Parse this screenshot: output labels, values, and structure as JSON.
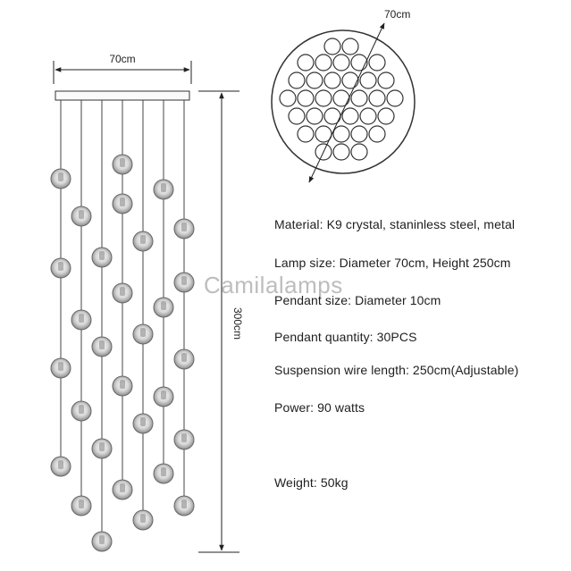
{
  "dimensions": {
    "front_width": "70cm",
    "top_diameter": "70cm",
    "height": "300cm"
  },
  "watermark": "Camilalamps",
  "specs": [
    "Material: K9 crystal, staninless steel, metal",
    "Lamp size: Diameter 70cm, Height 250cm",
    "Pendant size: Diameter 10cm",
    "Pendant quantity: 30PCS",
    "Suspension wire length: 250cm(Adjustable)",
    "Power: 90 watts",
    "Weight: 50kg"
  ],
  "pendant_count": 30
}
